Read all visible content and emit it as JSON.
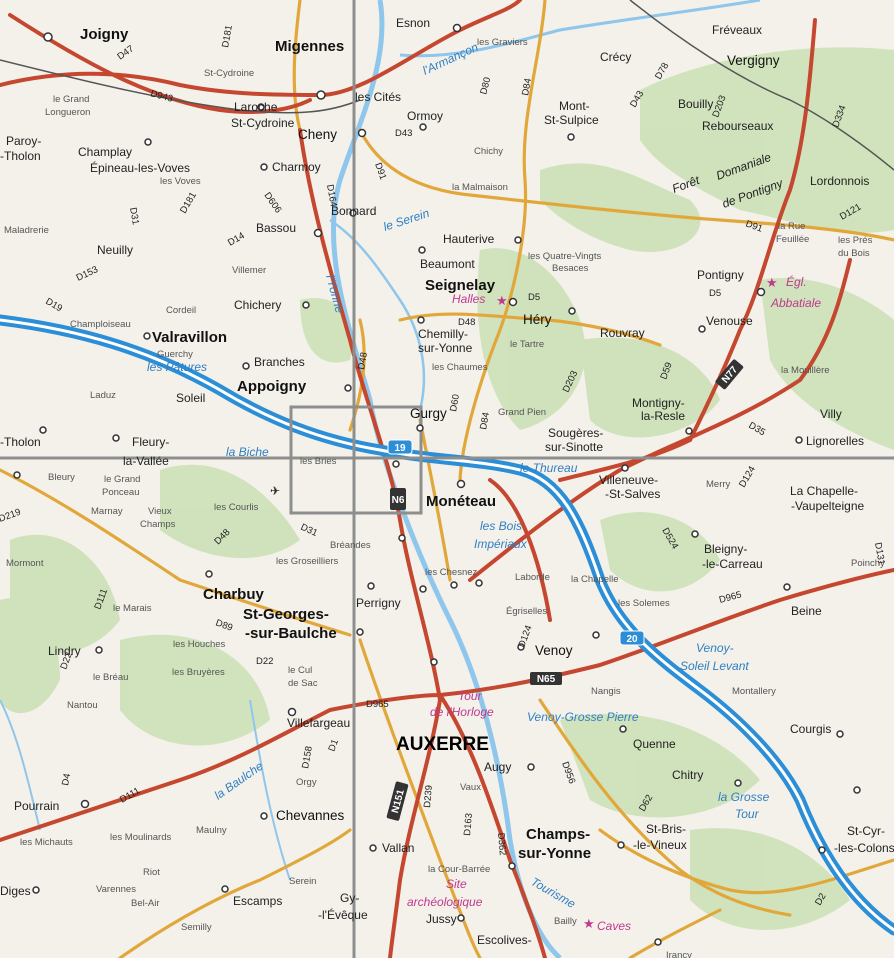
{
  "colors": {
    "background": "#f3f1ea",
    "forest": "#c9e0b4",
    "water": "#2a9ad8",
    "motorway_inner": "#2b8ed6",
    "primary_road": "#c5472f",
    "secondary_road": "#e2a73a",
    "grid_line": "#8e8e8e",
    "town_label": "#111111",
    "water_label": "#2f7fc4",
    "site_label": "#c0398f"
  },
  "labels": {
    "joigny": "Joigny",
    "migennes": "Migennes",
    "esnon": "Esnon",
    "vergigny": "Vergigny",
    "larmancon": "l'Armançon",
    "les_gravier": "les Graviers",
    "cheny": "Cheny",
    "ormoy": "Ormoy",
    "mont_st_sulpice_1": "Mont-",
    "mont_st_sulpice_2": "St-Sulpice",
    "paroy": "Paroy-",
    "sur_tholon": "-Tholon",
    "champlay": "Champlay",
    "epineau_1": "Épineau-les-Voves",
    "epineau_2": "les Voves",
    "laroche_1": "Laroche",
    "laroche_2": "St-Cydroine",
    "st_cydroine": "St-Cydroine",
    "le_grand": "le Grand",
    "longueron": "Longueron",
    "charmoy": "Charmoy",
    "bassou": "Bassou",
    "bonnard": "Bonnard",
    "chichy": "Chichy",
    "la_malmaison": "la Malmaison",
    "hauterive": "Hauterive",
    "le_serein": "le Serein",
    "beaumont": "Beaumont",
    "seignelay": "Seignelay",
    "halles": "Halles",
    "hery": "Héry",
    "quatre_vingts": "les Quatre-Vingts",
    "besaces": "Besaces",
    "pontigny": "Pontigny",
    "abbatiale_1": "Égl.",
    "abbatiale_2": "Abbatiale",
    "foret_1": "Forêt",
    "foret_2": "Domaniale",
    "foret_3": "de Pontigny",
    "neuilly": "Neuilly",
    "villemer": "Villemer",
    "chichery": "Chichery",
    "cordeil": "Cordeil",
    "champloiseau": "Champloiseau",
    "valravillon": "Valravillon",
    "guerchy": "Guerchy",
    "les_patures": "les Pâtures",
    "branches": "Branches",
    "appoigny": "Appoigny",
    "lyonne": "l'Yonne",
    "chemilly_1": "Chemilly-",
    "chemilly_2": "sur-Yonne",
    "les_chaumes": "les Chaumes",
    "le_tartre": "le Tartre",
    "rouvray": "Rouvray",
    "venouse": "Venouse",
    "la_mouillere": "la Mouillère",
    "montigny_1": "Montigny-",
    "montigny_2": "la-Resle",
    "villy": "Villy",
    "lignorelles": "Lignorelles",
    "gurgy": "Gurgy",
    "grand_pien": "Grand Pien",
    "sougeres_1": "Sougères-",
    "sougeres_2": "sur-Sinotte",
    "soleil": "Soleil",
    "laduz": "Laduz",
    "fleury_1": "Fleury-",
    "fleury_2": "la-Vallée",
    "illy_tholon": "-Tholon",
    "la_biche": "la Biche",
    "le_thureau": "le Thureau",
    "moneteau": "Monéteau",
    "villeneuve_1": "Villeneuve-",
    "villeneuve_2": "-St-Salves",
    "merry": "Merry",
    "la_chapelle_1": "La Chapelle-",
    "la_chapelle_2": "-Vaupelteigne",
    "bleury": "Bleury",
    "le_grand_ponceau_1": "le Grand",
    "le_grand_ponceau_2": "Ponceau",
    "marnay": "Marnay",
    "vieux_champs_1": "Vieux",
    "vieux_champs_2": "Champs",
    "les_courlis": "les Courlis",
    "les_bries": "les Bries",
    "breandes": "Bréandes",
    "les_groseilliers": "les Groseilliers",
    "les_bois_1": "les Bois",
    "les_bois_2": "Impériaux",
    "bleigny_1": "Bleigny-",
    "bleigny_2": "-le-Carreau",
    "poinchy": "Poinchy",
    "mormont": "Mormont",
    "charbuy": "Charbuy",
    "st_georges_1": "St-Georges-",
    "st_georges_2": "-sur-Baulche",
    "perrigny": "Perrigny",
    "les_chesnez": "les Chesnez",
    "laborde": "Laborde",
    "la_chapelle_small": "la Chapelle",
    "egriselles": "Égriselles",
    "les_solemes": "les Solemes",
    "beine": "Beine",
    "le_marais": "le Marais",
    "lindry": "Lindry",
    "les_houches": "les Houches",
    "le_breau": "le Bréau",
    "les_bruyeres": "les Bruyères",
    "le_cul_de_sac_1": "le Cul",
    "le_cul_de_sac_2": "de Sac",
    "venoy": "Venoy",
    "venoy_soleil_1": "Venoy-",
    "venoy_soleil_2": "Soleil Levant",
    "montallery": "Montallery",
    "nangis": "Nangis",
    "nantou": "Nantou",
    "villefargeau": "Villefargeau",
    "auxerre": "AUXERRE",
    "tour_1": "Tour",
    "tour_2": "de l'Horloge",
    "venoy_grosse": "Venoy-Grosse Pierre",
    "quenne": "Quenne",
    "courgis": "Courgis",
    "la_baulche": "la Baulche",
    "orgy": "Orgy",
    "augy": "Augy",
    "chitry": "Chitry",
    "la_grosse_1": "la Grosse",
    "la_grosse_2": "Tour",
    "pourrain": "Pourrain",
    "chevannes": "Chevannes",
    "vaux": "Vaux",
    "st_bris_1": "St-Bris-",
    "st_bris_2": "-le-Vineux",
    "st_cyr_1": "St-Cyr-",
    "st_cyr_2": "-les-Colons",
    "les_michauts": "les Michauts",
    "les_moulinards": "les Moulinards",
    "maulny": "Maulny",
    "vallan": "Vallan",
    "champs_1": "Champs-",
    "champs_2": "sur-Yonne",
    "riot": "Riot",
    "varennes": "Varennes",
    "bel_air": "Bel-Air",
    "escamps": "Escamps",
    "serein_small": "Serein",
    "gy_1": "Gy-",
    "gy_2": "-l'Évêque",
    "la_cour_barree": "la Cour-Barrée",
    "site_1": "Site",
    "site_2": "archéologique",
    "tourisme": "Tourisme",
    "jussy": "Jussy",
    "bailly": "Bailly",
    "caves": "Caves",
    "escolives": "Escolives-",
    "semilly": "Semilly",
    "diges": "Diges",
    "irancy": "Irancy",
    "la_rue": "la Rue",
    "feuillee": "Feuillée",
    "les_pres": "les Prés",
    "du_bois": "du Bois",
    "lordonnois": "Lordonnois",
    "rebourseaux": "Rebourseaux",
    "bouilly": "Bouilly",
    "crecy": "Crécy",
    "freveaux": "Fréveaux",
    "les_cites": "les Cités",
    "maladrerie": "Maladrerie",
    "d_roads": {
      "d47": "D47",
      "d943": "D943",
      "d181a": "D181",
      "d181b": "D181",
      "d31a": "D31",
      "d606": "D606",
      "d164": "D164",
      "d14": "D14",
      "d153": "D153",
      "d19": "D19",
      "d91": "D91",
      "d5a": "D5",
      "d80": "D80",
      "d84a": "D84",
      "d43a": "D43",
      "d43b": "D43",
      "d78": "D78",
      "d203a": "D203",
      "d334": "D334",
      "d91b": "D91",
      "d121": "D121",
      "d5b": "D5",
      "d48a": "D48",
      "d48b": "D48",
      "d60": "D60",
      "d84b": "D84",
      "d203b": "D203",
      "d59": "D59",
      "d35": "D35",
      "d31b": "D31",
      "d48c": "D48",
      "d89": "D89",
      "d22a": "D22",
      "d22b": "D22",
      "d111a": "D111",
      "d965a": "D965",
      "d965b": "D965",
      "d124a": "D124",
      "d124b": "D124",
      "d524": "D524",
      "d158": "D158",
      "d1": "D1",
      "d239": "D239",
      "d163": "D163",
      "d362": "D362",
      "d956": "D956",
      "d62": "D62",
      "d111b": "D111",
      "d2": "D2",
      "d4": "D4",
      "d219": "D219",
      "d131": "D131"
    },
    "n77": "N77",
    "n6": "N6",
    "n65": "N65",
    "n151": "N151",
    "a6_north": "19",
    "a6_south": "20"
  }
}
